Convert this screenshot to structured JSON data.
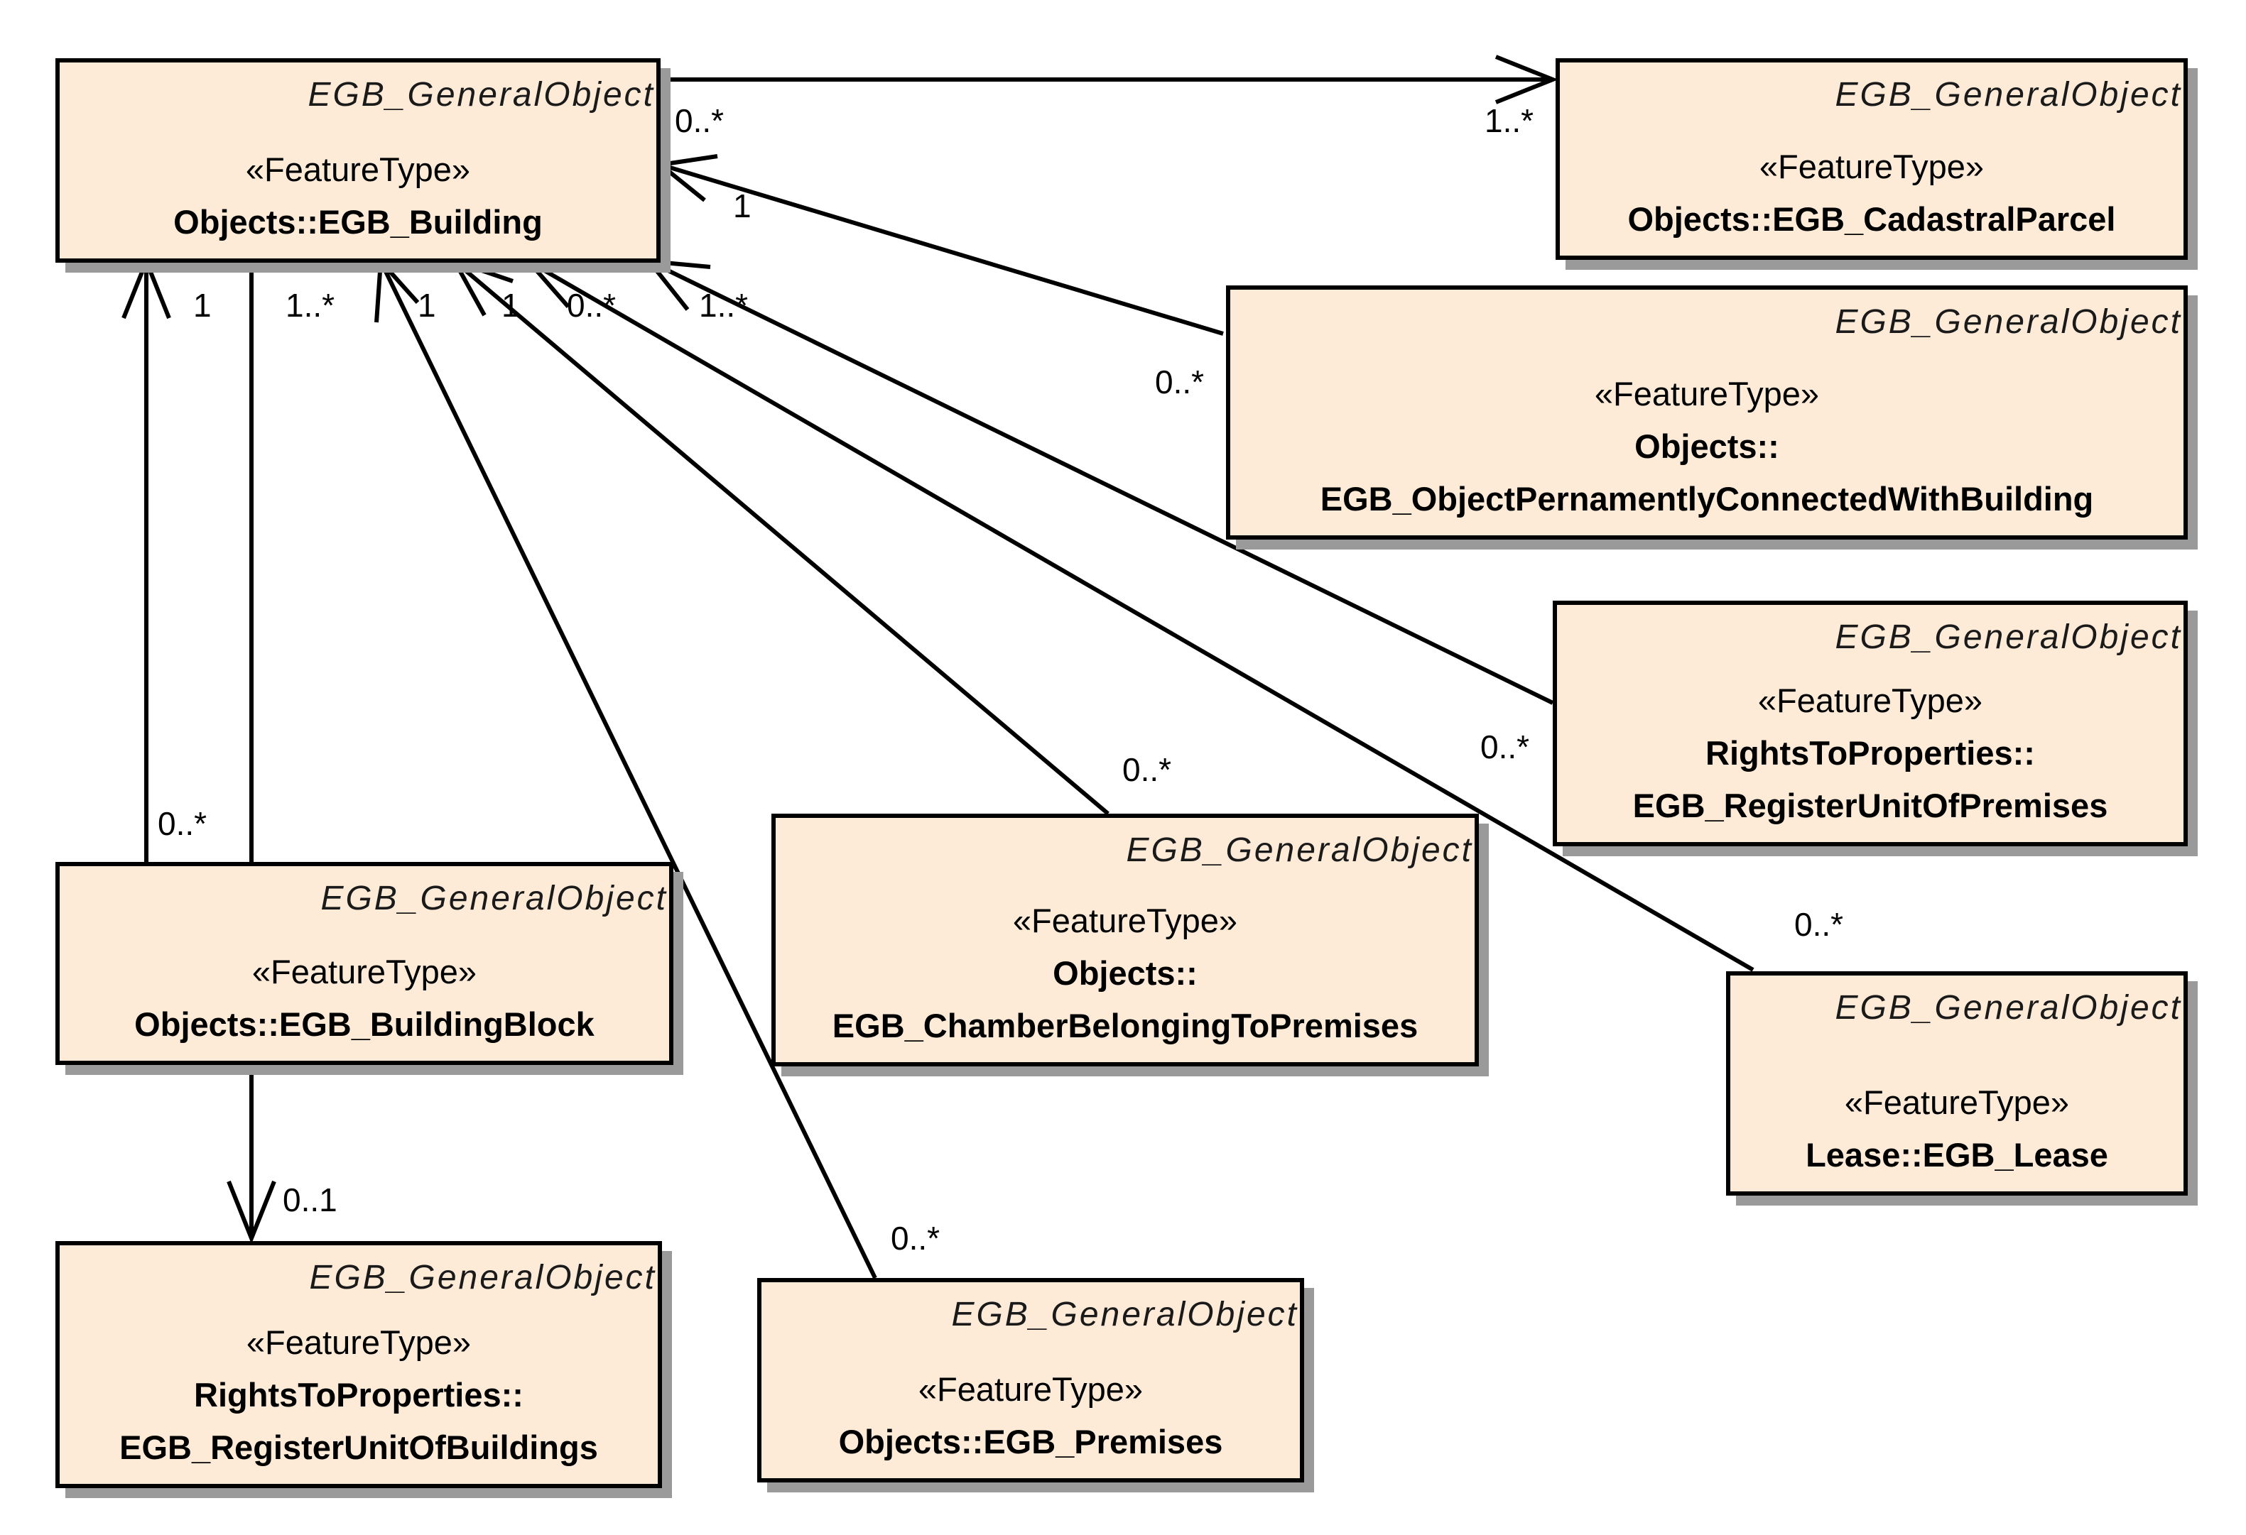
{
  "classes": {
    "building": {
      "tag": "EGB_GeneralObject",
      "stereotype": "«FeatureType»",
      "name1": "Objects::EGB_Building",
      "name2": ""
    },
    "cadastral_parcel": {
      "tag": "EGB_GeneralObject",
      "stereotype": "«FeatureType»",
      "name1": "Objects::EGB_CadastralParcel",
      "name2": ""
    },
    "object_connected": {
      "tag": "EGB_GeneralObject",
      "stereotype": "«FeatureType»",
      "name1": "Objects::",
      "name2": "EGB_ObjectPernamentlyConnectedWithBuilding"
    },
    "register_unit_premises": {
      "tag": "EGB_GeneralObject",
      "stereotype": "«FeatureType»",
      "name1": "RightsToProperties::",
      "name2": "EGB_RegisterUnitOfPremises"
    },
    "chamber": {
      "tag": "EGB_GeneralObject",
      "stereotype": "«FeatureType»",
      "name1": "Objects::",
      "name2": "EGB_ChamberBelongingToPremises"
    },
    "lease": {
      "tag": "EGB_GeneralObject",
      "stereotype": "«FeatureType»",
      "name1": "Lease::EGB_Lease",
      "name2": ""
    },
    "building_block": {
      "tag": "EGB_GeneralObject",
      "stereotype": "«FeatureType»",
      "name1": "Objects::EGB_BuildingBlock",
      "name2": ""
    },
    "register_unit_buildings": {
      "tag": "EGB_GeneralObject",
      "stereotype": "«FeatureType»",
      "name1": "RightsToProperties::",
      "name2": "EGB_RegisterUnitOfBuildings"
    },
    "premises": {
      "tag": "EGB_GeneralObject",
      "stereotype": "«FeatureType»",
      "name1": "Objects::EGB_Premises",
      "name2": ""
    }
  },
  "multiplicities": {
    "parcel_src": "0..*",
    "parcel_dst": "1..*",
    "connected_bld": "1",
    "connected_obj": "0..*",
    "block_bld": "1",
    "block_obj": "0..*",
    "rub_bld": "1..*",
    "rub_obj": "0..1",
    "premises_bld": "1",
    "premises_obj": "0..*",
    "chamber_bld": "1",
    "chamber_obj": "0..*",
    "lease_bld": "0..*",
    "lease_obj": "0..*",
    "rup_bld": "1..*",
    "rup_obj": "0..*"
  }
}
